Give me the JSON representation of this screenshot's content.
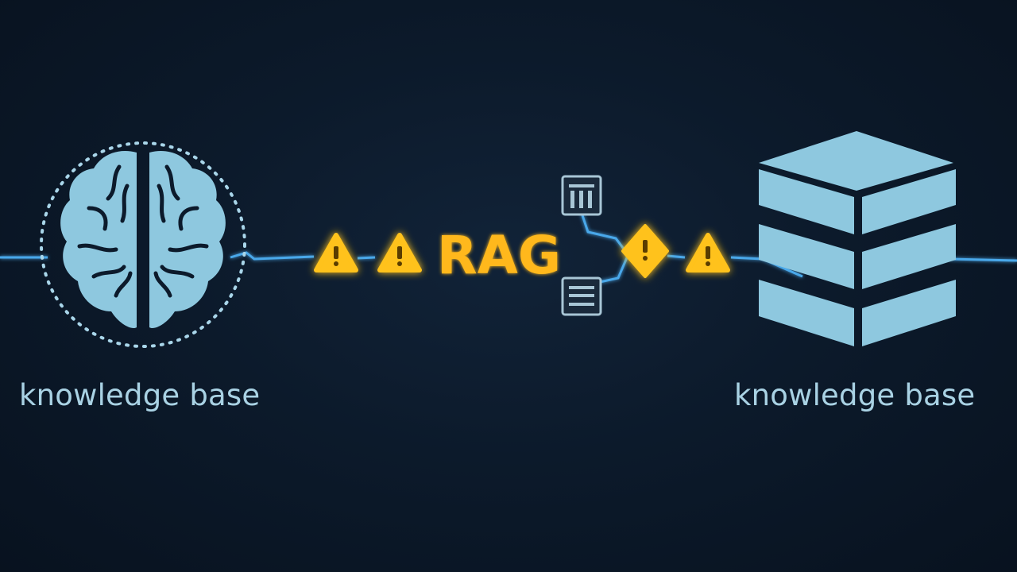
{
  "left_node": {
    "caption": "knowledge base",
    "icon": "brain-icon"
  },
  "right_node": {
    "caption": "knowledge base",
    "icon": "database-stack-icon"
  },
  "center": {
    "label": "RAG",
    "icons": [
      "warning-icon",
      "document-icon",
      "list-document-icon"
    ]
  },
  "colors": {
    "background": "#0b1626",
    "icon_blue": "#8ec8df",
    "line_blue": "#4aa8ea",
    "warning_yellow": "#ffc21a",
    "rag_text": "#ffb81c",
    "caption_text": "#a9d2e4"
  }
}
